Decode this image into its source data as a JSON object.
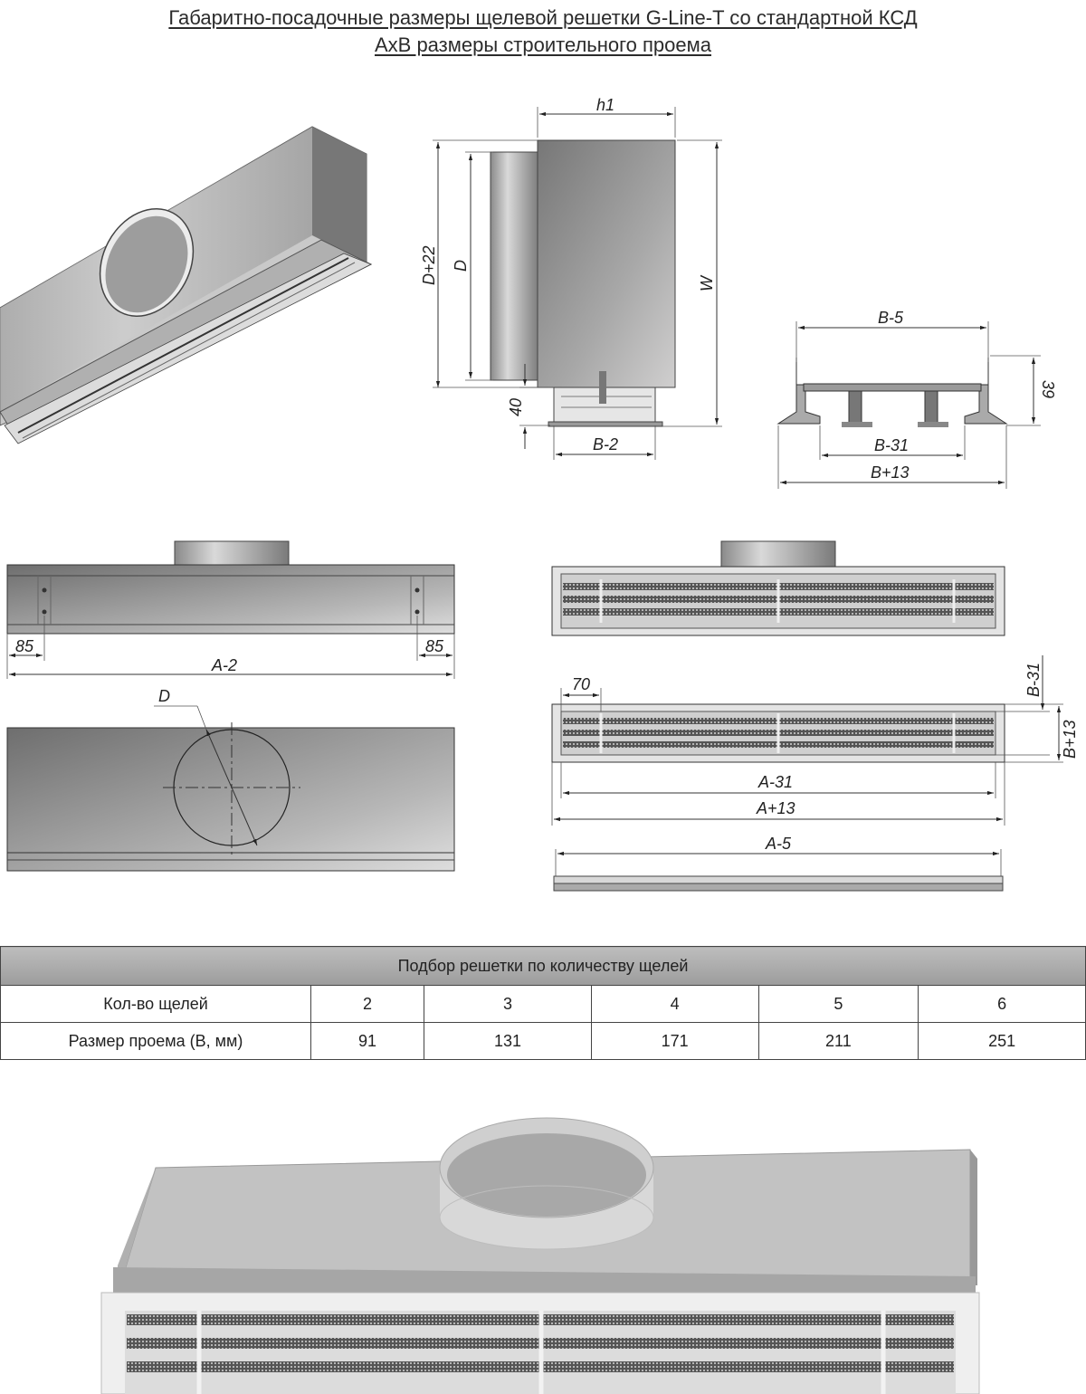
{
  "title": {
    "line1": "Габаритно-посадочные размеры щелевой решетки G-Line-T со стандартной КСД",
    "line2": "AxB размеры строительного проема"
  },
  "side_view": {
    "h1": "h1",
    "d22": "D+22",
    "d": "D",
    "w": "W",
    "forty": "40",
    "b2": "B-2"
  },
  "section_view": {
    "b5": "B-5",
    "thirtynine": "39",
    "b31": "B-31",
    "b13": "B+13"
  },
  "plenum_views": {
    "left85": "85",
    "right85": "85",
    "a2": "A-2",
    "d": "D"
  },
  "grille_views": {
    "seventy": "70",
    "b31": "B-31",
    "b13": "B+13",
    "a31": "A-31",
    "a13": "A+13",
    "a5": "A-5"
  },
  "table": {
    "caption": "Подбор решетки по количеству щелей",
    "row1_label": "Кол-во щелей",
    "row1_values": [
      "2",
      "3",
      "4",
      "5",
      "6"
    ],
    "row2_label": "Размер проема (B, мм)",
    "row2_values": [
      "91",
      "131",
      "171",
      "211",
      "251"
    ]
  }
}
